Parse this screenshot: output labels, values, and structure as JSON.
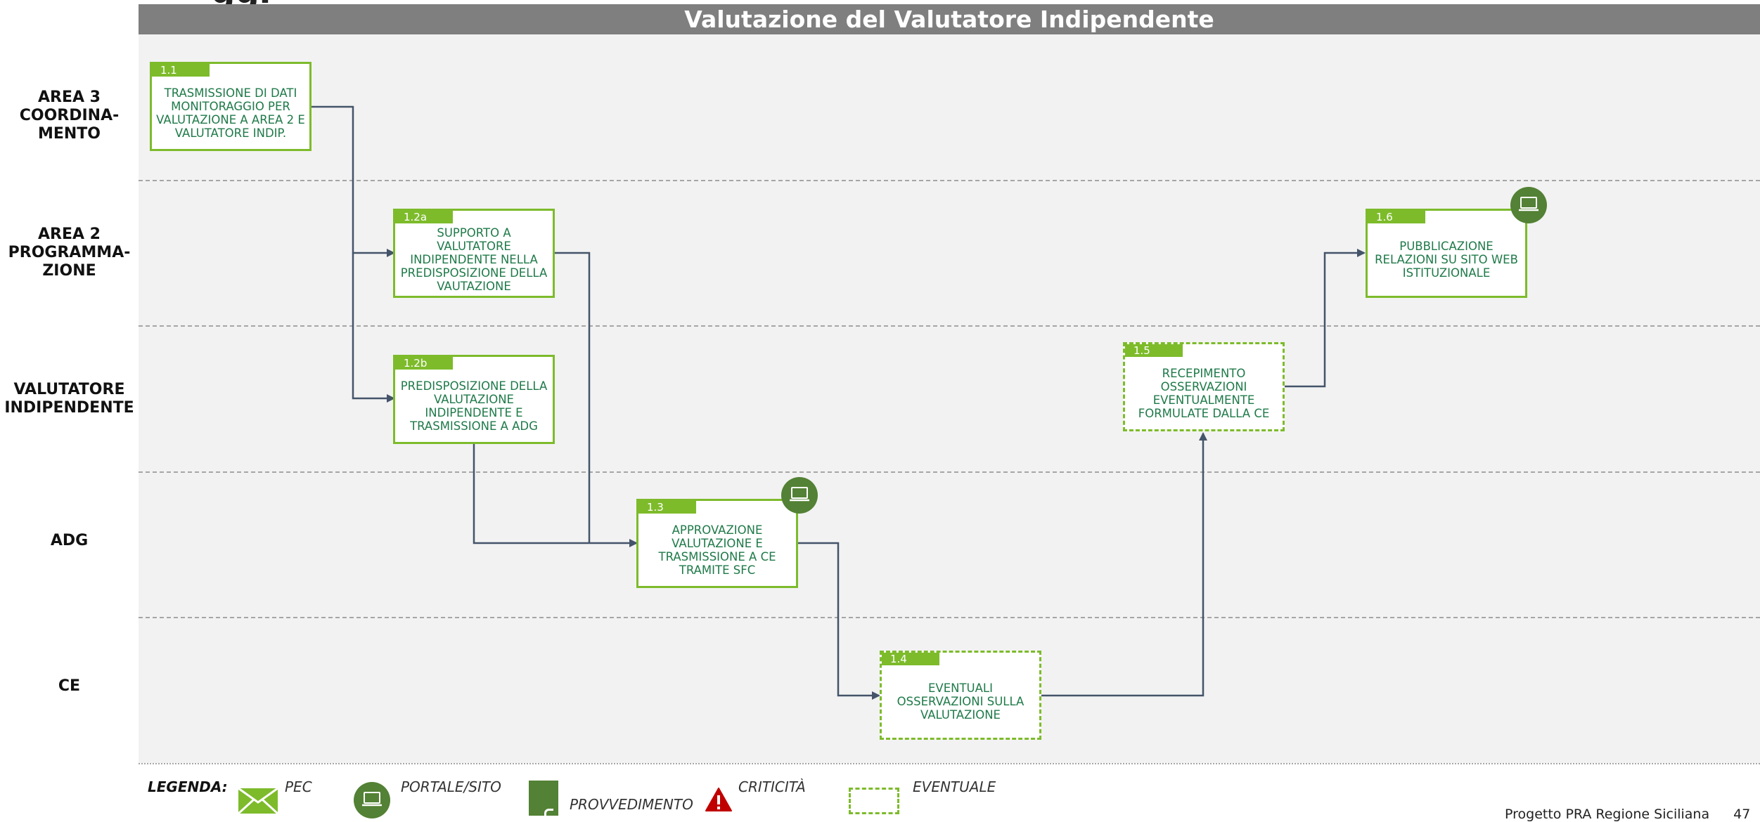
{
  "top_title_fragment": "ggi",
  "title": "Valutazione del Valutatore Indipendente",
  "lanes": [
    {
      "label": "AREA 3\nCOORDINA-\nMENTO"
    },
    {
      "label": "AREA 2\nPROGRAMMA-\nZIONE"
    },
    {
      "label": "VALUTATORE\nINDIPENDENTE"
    },
    {
      "label": "ADG"
    },
    {
      "label": "CE"
    }
  ],
  "steps": {
    "s1_1": {
      "id": "1.1",
      "text": "TRASMISSIONE DI DATI MONITORAGGIO PER VALUTAZIONE A AREA 2 E VALUTATORE INDIP."
    },
    "s1_2a": {
      "id": "1.2a",
      "text": "SUPPORTO A VALUTATORE INDIPENDENTE NELLA PREDISPOSIZIONE DELLA VAUTAZIONE"
    },
    "s1_2b": {
      "id": "1.2b",
      "text": "PREDISPOSIZIONE DELLA VALUTAZIONE INDIPENDENTE E TRASMISSIONE A ADG"
    },
    "s1_3": {
      "id": "1.3",
      "text": "APPROVAZIONE VALUTAZIONE E TRASMISSIONE A CE TRAMITE SFC"
    },
    "s1_4": {
      "id": "1.4",
      "text": "EVENTUALI OSSERVAZIONI SULLA VALUTAZIONE"
    },
    "s1_5": {
      "id": "1.5",
      "text": "RECEPIMENTO OSSERVAZIONI EVENTUALMENTE FORMULATE DALLA CE"
    },
    "s1_6": {
      "id": "1.6",
      "text": "PUBBLICAZIONE RELAZIONI SU SITO WEB ISTITUZIONALE"
    }
  },
  "legend": {
    "title": "LEGENDA:",
    "pec": "PEC",
    "portale": "PORTALE/SITO",
    "provvedimento": "PROVVEDIMENTO",
    "criticita": "CRITICITÀ",
    "eventuale": "EVENTUALE"
  },
  "footer": {
    "text": "Progetto PRA Regione Siciliana",
    "page": "47"
  },
  "colors": {
    "accent_green": "#7dbb2b",
    "dark_green": "#538135",
    "text_green": "#1f7a49",
    "title_bar": "#7f7f7f",
    "lane_bg": "#f2f2f2",
    "connector": "#44546a",
    "alert_red": "#c00000"
  },
  "icons": [
    "pec-envelope-icon",
    "portal-computer-icon",
    "provvedimento-icon",
    "warning-triangle-icon"
  ]
}
